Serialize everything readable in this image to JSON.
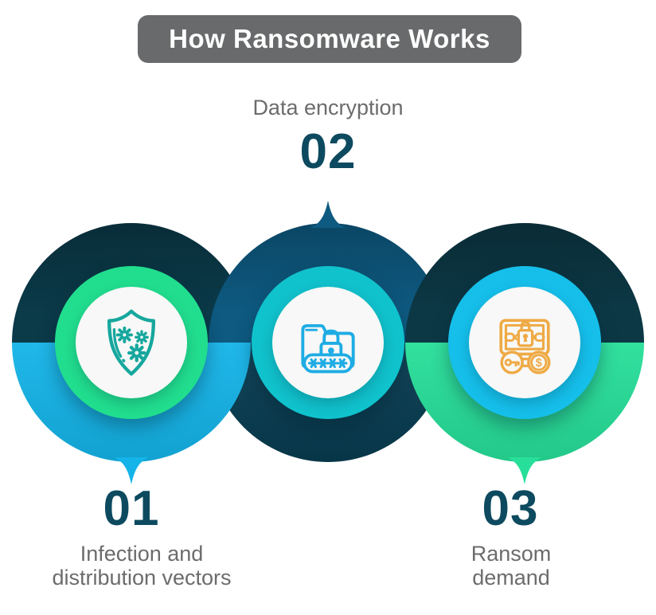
{
  "title": {
    "label": "How Ransomware Works",
    "bg": "#696a6b",
    "color": "#ffffff"
  },
  "steps": [
    {
      "number": "01",
      "caption": [
        "Infection and",
        "distribution vectors"
      ],
      "icon": "shield-malware-icon",
      "colors": {
        "disc_top": "#0b3a49",
        "disc_bottom": "#14b4e8",
        "ring": "#21de8e",
        "icon": "#16a79d"
      }
    },
    {
      "number": "02",
      "caption": [
        "Data encryption"
      ],
      "icon": "encrypted-folder-icon",
      "colors": {
        "disc_top": "#0e5a81",
        "disc_bottom": "#073c50",
        "ring": "#10c2cc",
        "icon": "#1face4"
      }
    },
    {
      "number": "03",
      "caption": [
        "Ransom",
        "demand"
      ],
      "icon": "ransom-payment-icon",
      "colors": {
        "disc_top": "#0c3845",
        "disc_bottom": "#27df99",
        "ring": "#15bfea",
        "icon": "#efaa45"
      }
    }
  ],
  "text_colors": {
    "number": "#0d4a5f",
    "caption": "#6c6c6c"
  }
}
